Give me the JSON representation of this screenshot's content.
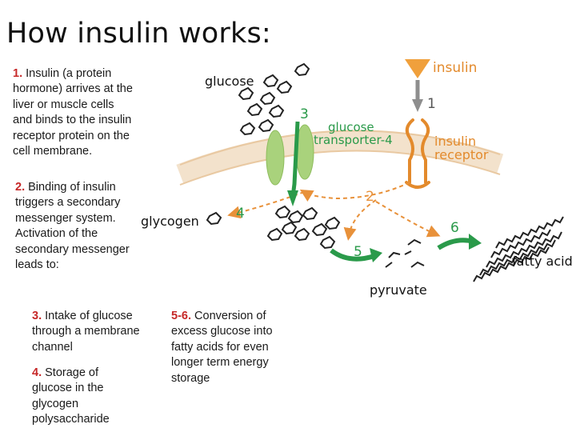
{
  "title": "How insulin works:",
  "steps": [
    {
      "num": "1.",
      "text": " Insulin (a protein hormone) arrives at the liver or muscle cells and binds to the insulin receptor protein on the cell membrane."
    },
    {
      "num": "2.",
      "text": " Binding of insulin triggers a secondary messenger system. Activation of the secondary messenger leads to:"
    },
    {
      "num": "3.",
      "text": " Intake of glucose through a membrane channel"
    },
    {
      "num": "4.",
      "text": " Storage of glucose in the glycogen polysaccharide"
    },
    {
      "num": "5-6.",
      "text": " Conversion of excess glucose into fatty acids for even longer term energy storage"
    }
  ],
  "diagram": {
    "insulin": "insulin",
    "glucose": "glucose",
    "transporter_line1": "glucose",
    "transporter_line2": "transporter-4",
    "receptor_line1": "insulin",
    "receptor_line2": "receptor",
    "glycogen": "glycogen",
    "pyruvate": "pyruvate",
    "fatty_acids": "fatty acid",
    "n1": "1",
    "n2": "2",
    "n3": "3",
    "n4": "4",
    "n5": "5",
    "n6": "6"
  },
  "colors": {
    "orange": "#e8913a",
    "green": "#2a9a4a",
    "receptor": "#e38a2c",
    "membrane": "#f0dcc4",
    "number_red": "#c62828"
  }
}
